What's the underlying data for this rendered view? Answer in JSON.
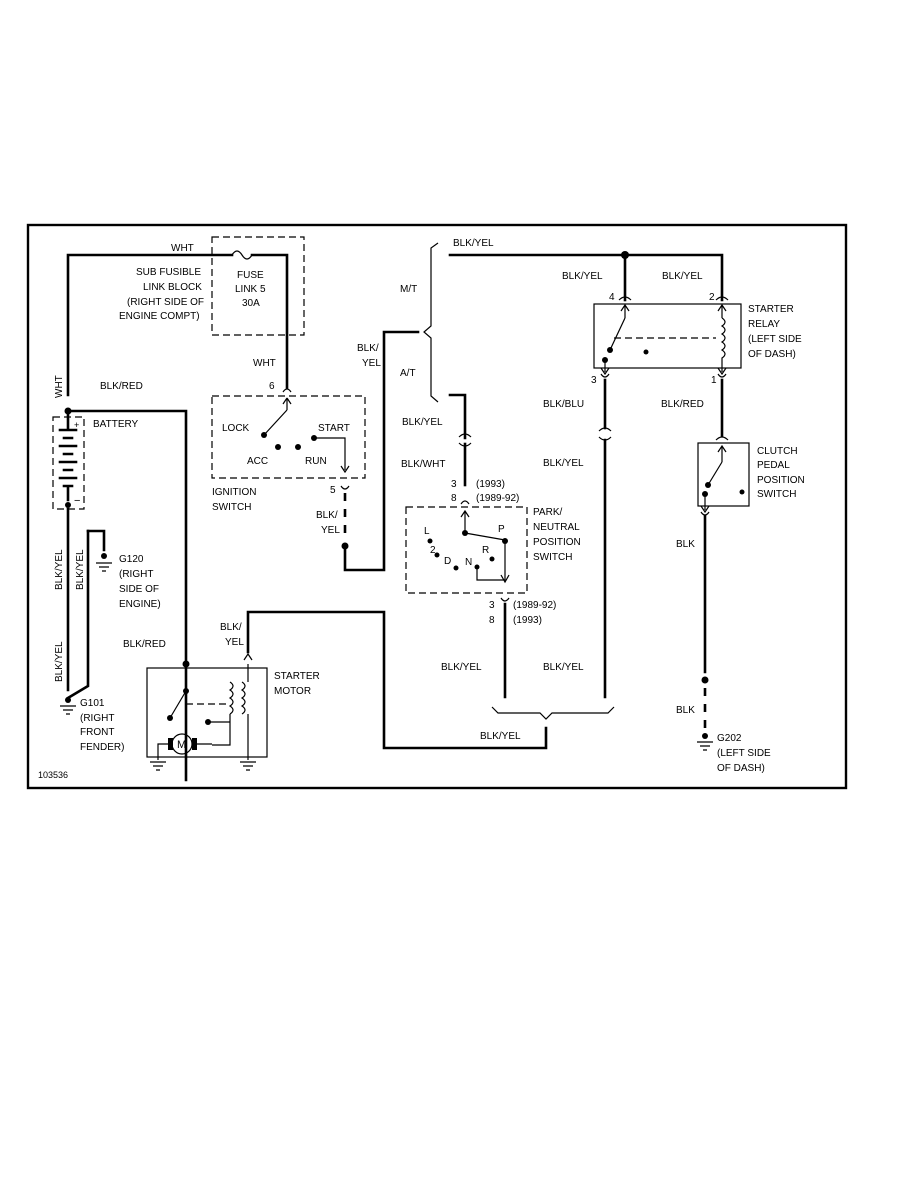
{
  "labels": {
    "wht_top": "WHT",
    "sub_fusible_1": "SUB FUSIBLE",
    "sub_fusible_2": "LINK BLOCK",
    "sub_fusible_3": "(RIGHT SIDE OF",
    "sub_fusible_4": "ENGINE COMPT)",
    "fuse_1": "FUSE",
    "fuse_2": "LINK 5",
    "fuse_3": "30A",
    "wht_mid": "WHT",
    "wht_left": "WHT",
    "blk_red_top": "BLK/RED",
    "battery": "BATTERY",
    "pin_6": "6",
    "lock": "LOCK",
    "start": "START",
    "acc": "ACC",
    "run": "RUN",
    "pin_5": "5",
    "ign_1": "IGNITION",
    "ign_2": "SWITCH",
    "blk_yel_ign_1": "BLK/",
    "blk_yel_ign_2": "YEL",
    "blk_yel_left1": "BLK/YEL",
    "blk_yel_left2": "BLK/YEL",
    "blk_yel_left3": "BLK/YEL",
    "g120_1": "G120",
    "g120_2": "(RIGHT",
    "g120_3": "SIDE OF",
    "g120_4": "ENGINE)",
    "blk_red_mid": "BLK/RED",
    "g101_1": "G101",
    "g101_2": "(RIGHT",
    "g101_3": "FRONT",
    "g101_4": "FENDER)",
    "blk_yel_starter_1": "BLK/",
    "blk_yel_starter_2": "YEL",
    "starter_1": "STARTER",
    "starter_2": "MOTOR",
    "motor_m": "M",
    "mt": "M/T",
    "at": "A/T",
    "blk_yel_split_1": "BLK/",
    "blk_yel_split_2": "YEL",
    "blk_yel_top": "BLK/YEL",
    "blk_yel_at": "BLK/YEL",
    "blk_wht": "BLK/WHT",
    "pn_3": "3",
    "pn_1993": "(1993)",
    "pn_8": "8",
    "pn_8992": "(1989-92)",
    "park_1": "PARK/",
    "park_2": "NEUTRAL",
    "park_3": "POSITION",
    "park_4": "SWITCH",
    "gear_l": "L",
    "gear_2": "2",
    "gear_d": "D",
    "gear_n": "N",
    "gear_r": "R",
    "gear_p": "P",
    "pn_b3": "3",
    "pn_b8992": "(1989-92)",
    "pn_b8": "8",
    "pn_b1993": "(1993)",
    "blk_yel_bot1": "BLK/YEL",
    "blk_yel_bot2": "BLK/YEL",
    "blk_yel_bot3": "BLK/YEL",
    "blk_yel_r1": "BLK/YEL",
    "blk_yel_r2": "BLK/YEL",
    "relay_4": "4",
    "relay_2": "2",
    "relay_3": "3",
    "relay_1": "1",
    "relay_1l": "STARTER",
    "relay_2l": "RELAY",
    "relay_3l": "(LEFT SIDE",
    "relay_4l": "OF DASH)",
    "blk_blu": "BLK/BLU",
    "blk_yel_mid_r": "BLK/YEL",
    "blk_red_r": "BLK/RED",
    "clutch_1": "CLUTCH",
    "clutch_2": "PEDAL",
    "clutch_3": "POSITION",
    "clutch_4": "SWITCH",
    "blk_1": "BLK",
    "blk_2": "BLK",
    "g202_1": "G202",
    "g202_2": "(LEFT SIDE",
    "g202_3": "OF DASH)",
    "fig_id": "103536"
  }
}
